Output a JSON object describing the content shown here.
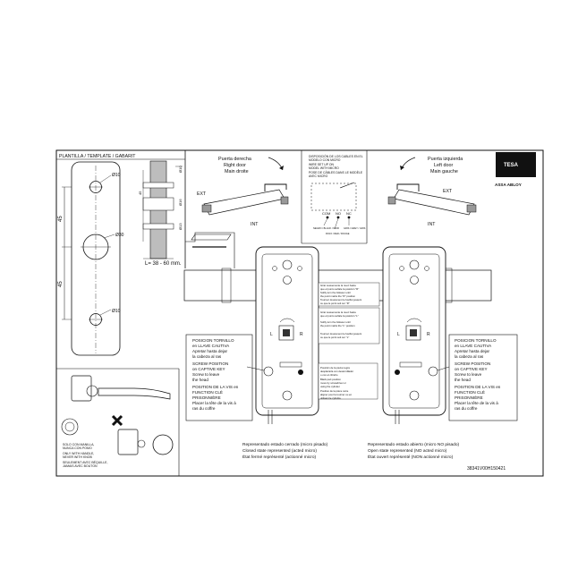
{
  "template": {
    "title": "PLANTILLA / TEMPLATE / GABARIT",
    "dims": {
      "d10": "Ø10",
      "d30": "Ø30",
      "spacing": "45"
    },
    "side_dims": {
      "d10": "Ø10",
      "d16": "Ø16",
      "d13": "Ø13",
      "spacing": "45"
    },
    "thickness": "L= 38 - 60 mm."
  },
  "right_door": {
    "es": "Puerta derecha",
    "en": "Right door",
    "fr": "Main droite",
    "ext": "EXT",
    "int": "INT"
  },
  "left_door": {
    "es": "Puerta izquierda",
    "en": "Left door",
    "fr": "Main gauche",
    "ext": "EXT",
    "int": "INT"
  },
  "wiring": {
    "lines": [
      "DISPOSICIÓN DE LOS CABLES EN EL",
      "MODELO CON MICRO",
      "WIRE SET UP ON",
      "MODEL WITH MICRO",
      "POSE DE CÂBLES DANS LE MODÈLE",
      "AVEC MICRO"
    ],
    "terminals": [
      "COM",
      "NO",
      "NC"
    ],
    "wires": [
      "NEGRO / BLACK / NOIR",
      "ROJO / RED / ROUGE",
      "GRIS / GREY / GRIS"
    ]
  },
  "brand": {
    "logo": "TESA",
    "company": "ASSA ABLOY"
  },
  "adjust_notes": [
    [
      "Girar suavemente la nuez hasta",
      "que el punto señale la posición \"R\"",
      "Softly turn the follower until",
      "the point marks the \"R\" position",
      "Tournez doucement le fouillot jusqu'à",
      "ce que le point soit sur \"R\""
    ],
    [
      "Girar suavemente la nuez hasta",
      "que el punto señale la posición \"L\"",
      "Softly turn the follower until",
      "the point marks the \"L\" position",
      "Tournez doucement le fouillot jusqu'à",
      "ce que le point soit sur \"L\""
    ]
  ],
  "cylinder_note": [
    "Posición de la pieza negra",
    "desplazarla con destornillador",
    "o con el cilindro",
    "Black part position",
    "move by screwdriver or",
    "using the cylinder",
    "Position de la pièce noire",
    "aligner pour la tourner ou en",
    "utilisant le cylindre"
  ],
  "screw_note": [
    "POSICION TORNILLO",
    "en LLAVE CAUTIVA",
    "Apretar hasta dejar",
    "la cabeza al ras",
    "SCREW POSITION",
    "on CAPTIVE KEY",
    "Screw to leave",
    "the head",
    "POSITION DE LA VIS en",
    "FUNCTION CLÉ",
    "PRISONNIÈRE",
    "Placer la tête de la vis à",
    "ras du coffre"
  ],
  "closed_state": [
    "Representado estado cerrado (micro pisado)",
    "Closed state represented (acted micro)",
    "État fermé représenté (actionné micro)"
  ],
  "open_state": [
    "Representado estado abierto (micro NO pisado)",
    "Open state represented (NO acted micro)",
    "État ouvert représenté (NON actionné micro)"
  ],
  "handle_note": [
    "SOLO CON MANILLA,",
    "NUNCA CON POMO",
    "ONLY WITH HANDLE,",
    "NEVER WITH KNOB",
    "SEULEMENT AVEC BÉQUILLE,",
    "JAMAIS AVEC BOUTON"
  ],
  "lock_marks": {
    "l": "L",
    "r": "R"
  },
  "doc_code": "38341V00H150421"
}
